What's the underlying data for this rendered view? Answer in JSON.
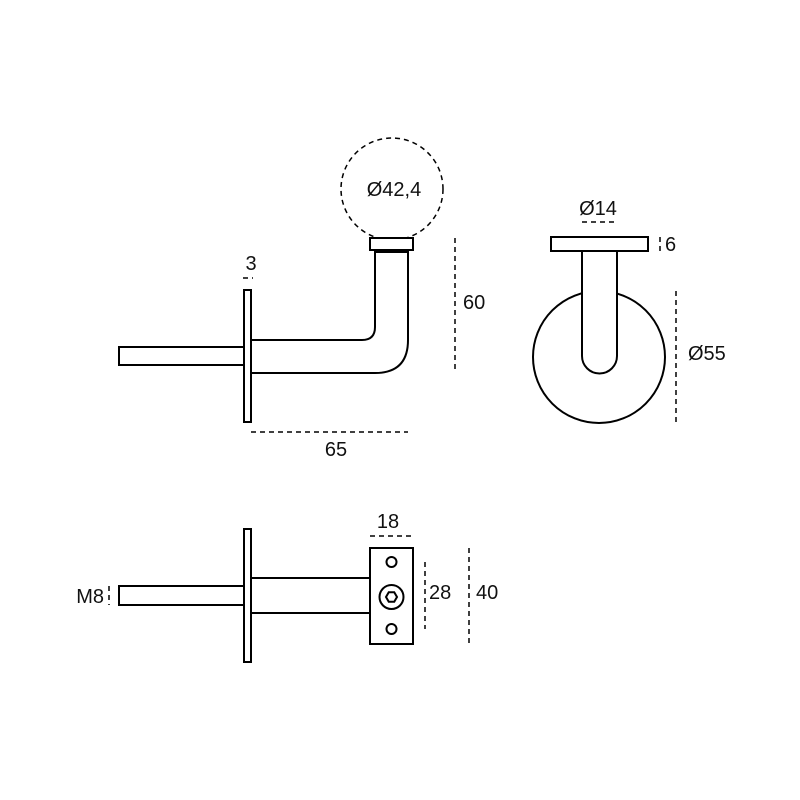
{
  "dimensions": {
    "rail_diameter": "Ø42,4",
    "plate_thickness": "3",
    "height": "60",
    "projection": "65",
    "arm_diameter": "Ø14",
    "saddle_thickness": "6",
    "rosette_diameter": "Ø55",
    "thread": "M8",
    "saddle_width": "18",
    "hole_spacing": "28",
    "saddle_length": "40"
  }
}
